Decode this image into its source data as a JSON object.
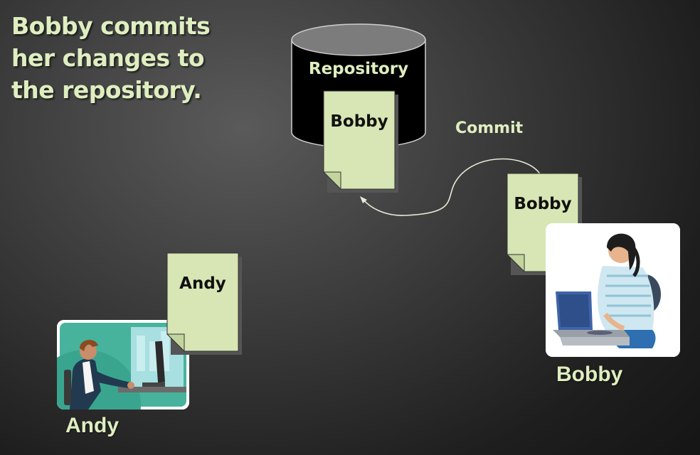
{
  "slide": {
    "title_lines": [
      "Bobby commits",
      "her changes to",
      "the repository."
    ]
  },
  "repository": {
    "label": "Repository",
    "document_label": "Bobby"
  },
  "commit": {
    "label": "Commit",
    "document_label": "Bobby"
  },
  "andy": {
    "document_label": "Andy",
    "name": "Andy"
  },
  "bobby": {
    "name": "Bobby"
  },
  "colors": {
    "accent_text": "#dfeec0",
    "document_fill": "#d7e6b4",
    "background": "#2a2a2a",
    "cylinder_fill": "#000000",
    "cylinder_top": "#7a7a7a"
  },
  "icons": [
    "repository-cylinder-icon",
    "document-icon",
    "curved-arrow-icon",
    "person-at-computer-icon"
  ]
}
